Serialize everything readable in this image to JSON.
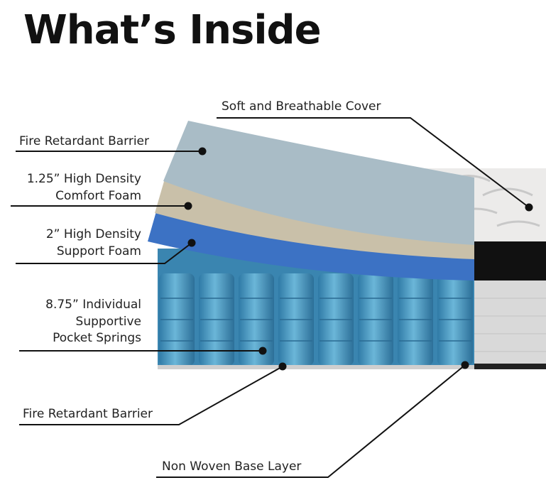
{
  "title": "What’s Inside",
  "labels": {
    "cover": "Soft and Breathable Cover",
    "fire_top": "Fire Retardant Barrier",
    "comfort_1": "1.25” High Density",
    "comfort_2": "Comfort Foam",
    "support_1": "2” High Density",
    "support_2": "Support Foam",
    "springs_1": "8.75” Individual",
    "springs_2": "Supportive",
    "springs_3": "Pocket Springs",
    "fire_bottom": "Fire Retardant Barrier",
    "base": "Non Woven Base Layer"
  },
  "colors": {
    "cover_layer": "#a9bcc6",
    "comfort_foam": "#c9c0a9",
    "support_foam": "#3c72c4",
    "springs": "#4a9cc4",
    "black_band": "#111111"
  }
}
